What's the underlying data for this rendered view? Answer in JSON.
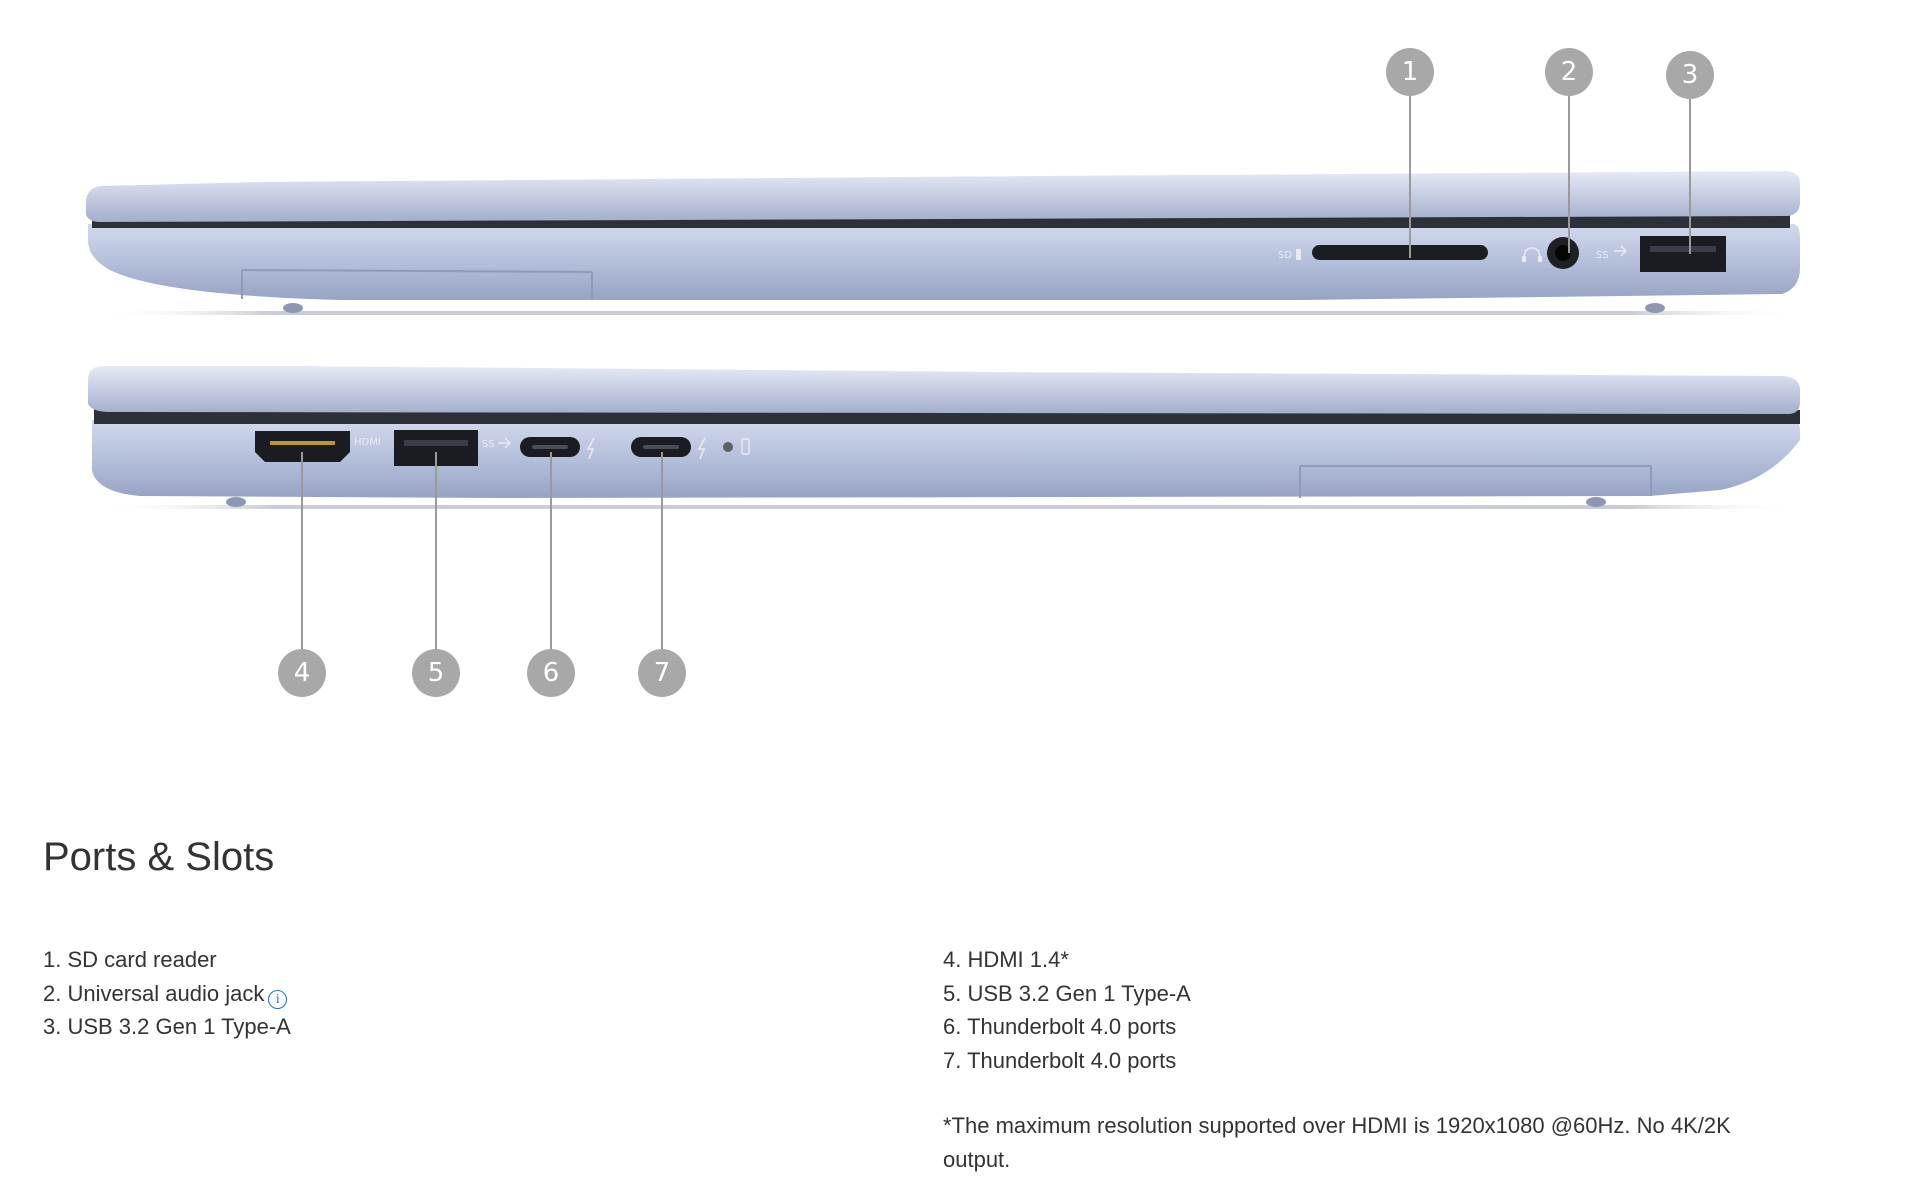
{
  "callouts": [
    "1",
    "2",
    "3",
    "4",
    "5",
    "6",
    "7"
  ],
  "port_labels": {
    "sd": "SD",
    "usb_ss": "SS",
    "hdmi": "HDMI"
  },
  "section": {
    "title": "Ports & Slots"
  },
  "ports_left": [
    "1. SD card reader",
    "2. Universal audio jack",
    "3. USB 3.2 Gen 1 Type-A"
  ],
  "ports_right": [
    "4. HDMI 1.4*",
    "5. USB 3.2 Gen 1 Type-A",
    "6. Thunderbolt 4.0 ports",
    "7. Thunderbolt 4.0 ports"
  ],
  "info_icon": "i",
  "footnote": "*The maximum resolution supported over HDMI is 1920x1080 @60Hz. No 4K/2K output.",
  "colors": {
    "chassis": "#aebad6",
    "chassis_dark": "#8f9cbc",
    "callout_circle": "#a8a8a8",
    "leader_line": "#9a9a9a",
    "text": "#333333",
    "info_icon": "#1f6fd6"
  }
}
